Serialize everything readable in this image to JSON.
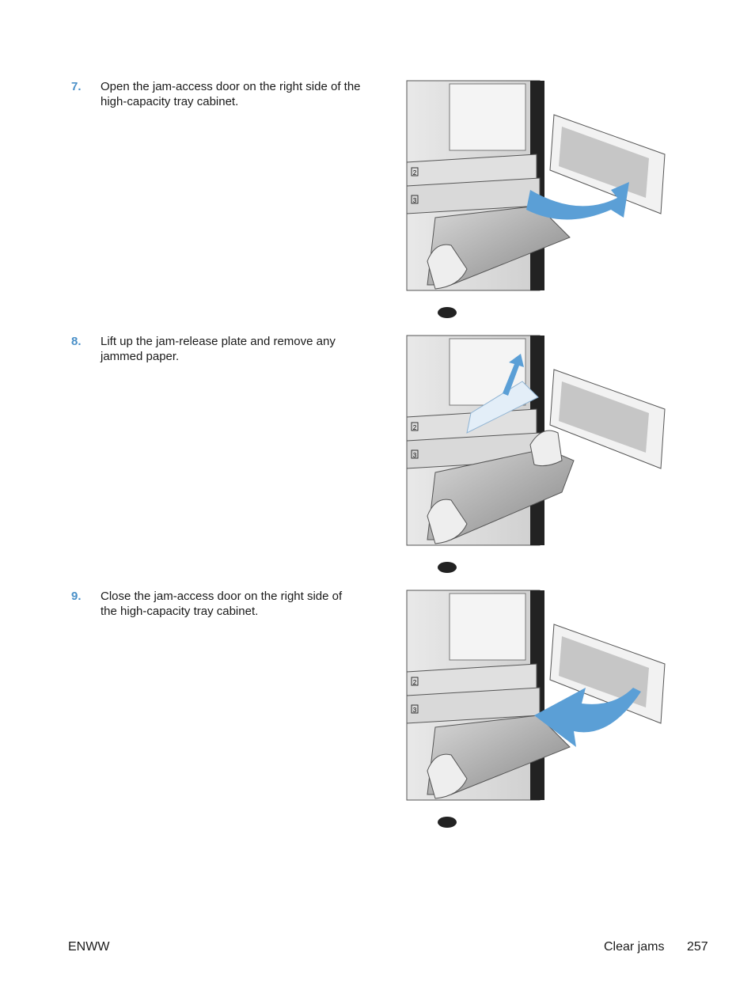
{
  "steps": [
    {
      "number": "7.",
      "text": "Open the jam-access door on the right side of the high-capacity tray cabinet.",
      "tray_labels": [
        "2",
        "3"
      ]
    },
    {
      "number": "8.",
      "text": "Lift up the jam-release plate and remove any jammed paper.",
      "tray_labels": [
        "2",
        "3"
      ]
    },
    {
      "number": "9.",
      "text": "Close the jam-access door on the right side of the high-capacity tray cabinet.",
      "tray_labels": [
        "2",
        "3"
      ]
    }
  ],
  "footer": {
    "left": "ENWW",
    "section": "Clear jams",
    "page": "257"
  },
  "colors": {
    "accent": "#4a90c8",
    "arrow": "#5b9fd6"
  }
}
